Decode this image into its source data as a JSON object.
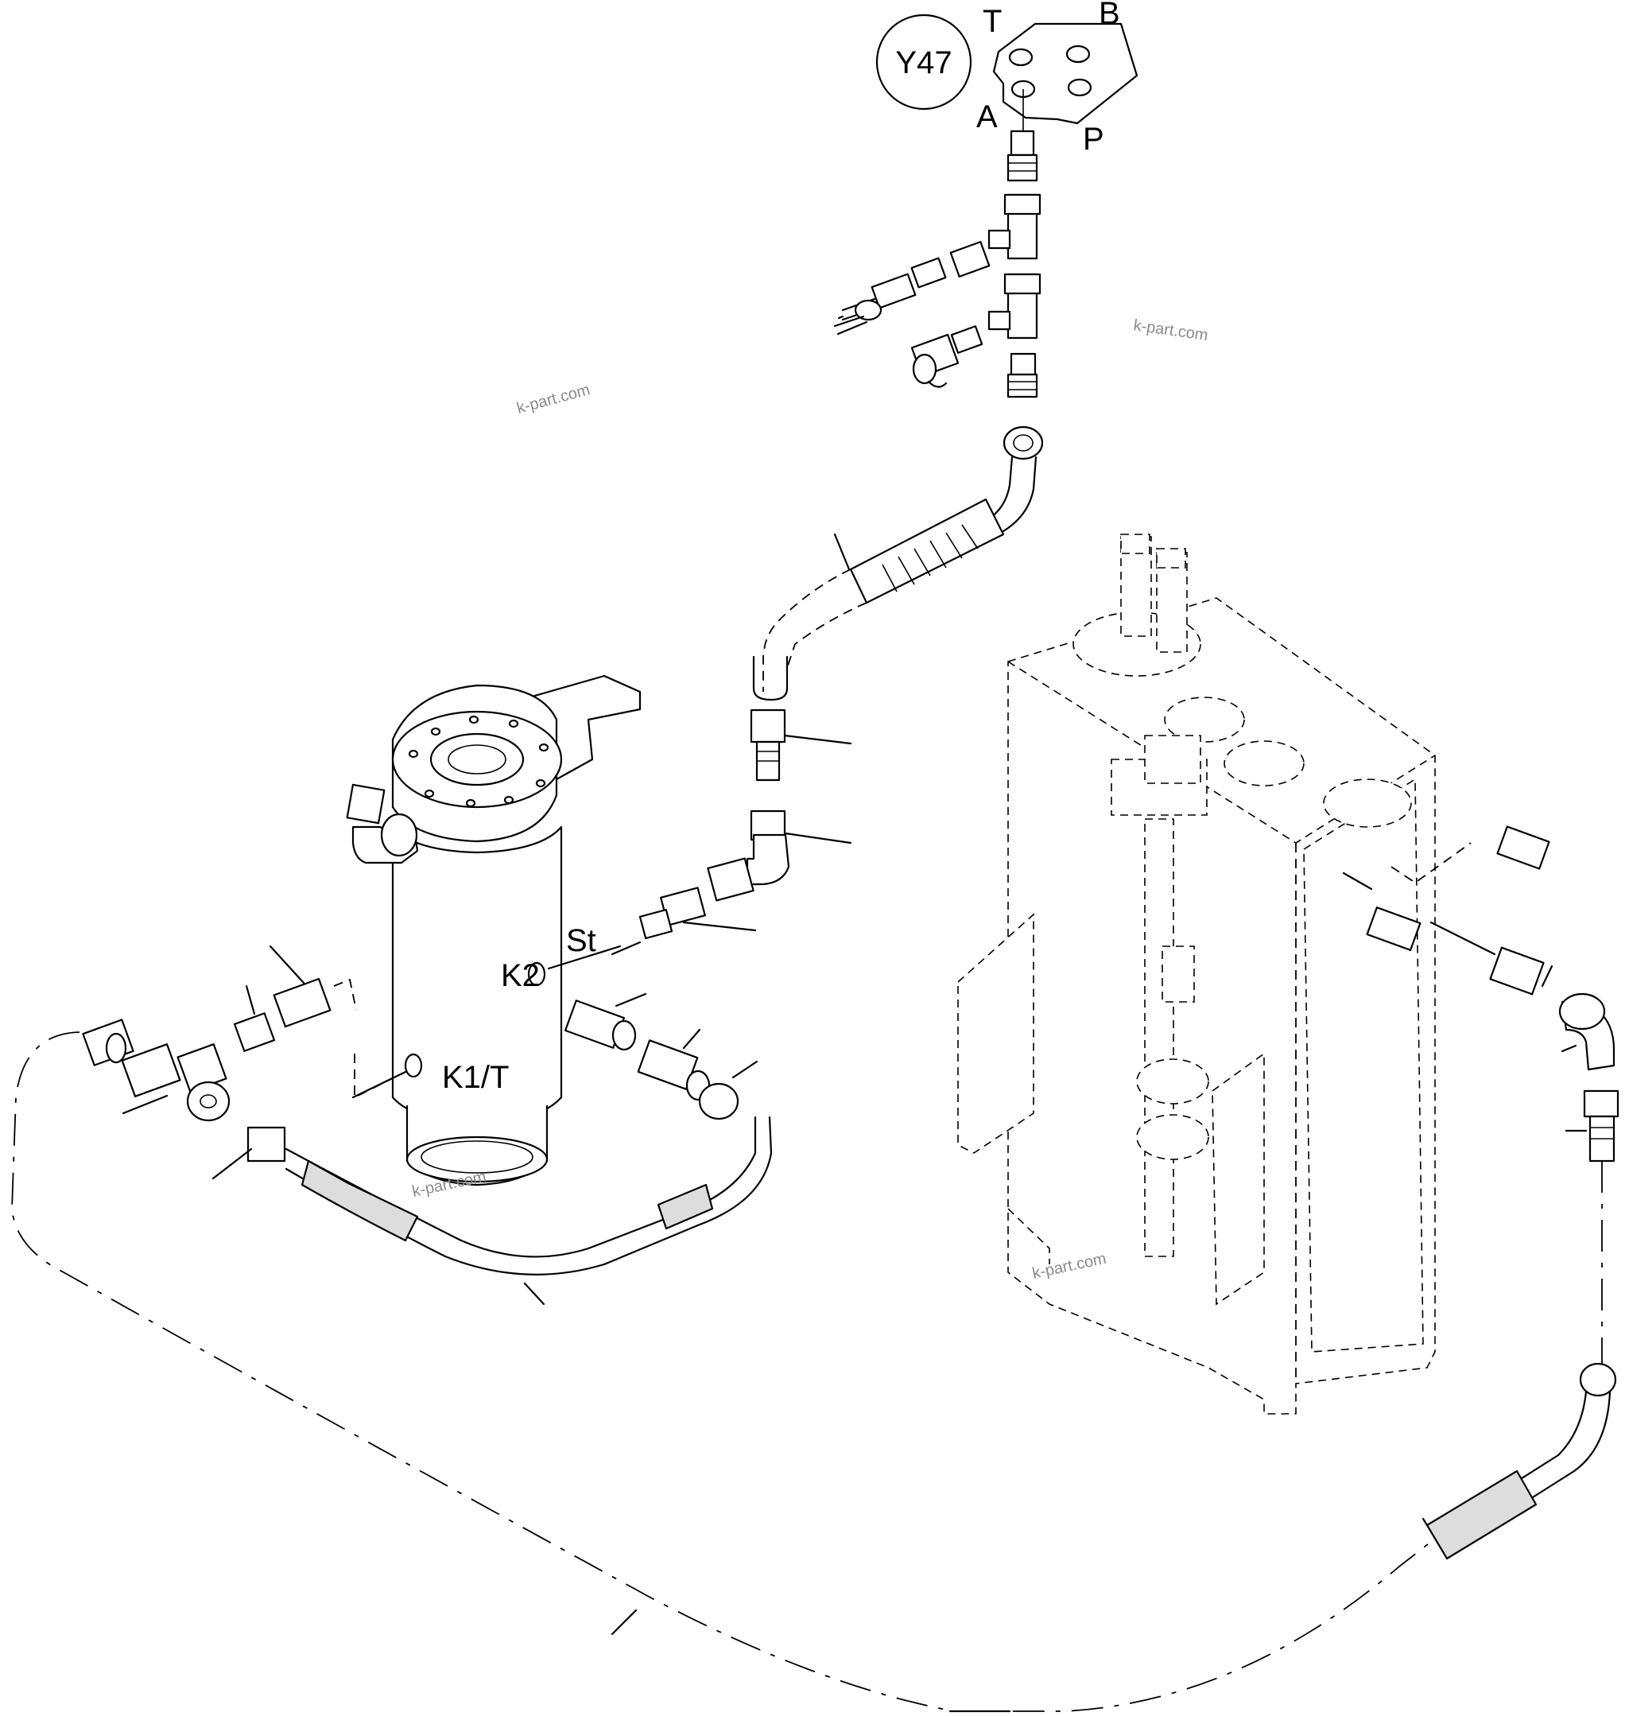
{
  "labels": {
    "valve_id": "Y47",
    "port_t": "T",
    "port_b": "B",
    "port_a": "A",
    "port_p": "P",
    "port_st": "St",
    "port_k2": "K2",
    "port_k1t": "K1/T"
  },
  "watermarks": [
    "k-part.com",
    "k-part.com",
    "k-part.com",
    "k-part.com"
  ],
  "colors": {
    "line": "#000000",
    "watermark": "#8a8a8a",
    "background": "#ffffff"
  }
}
